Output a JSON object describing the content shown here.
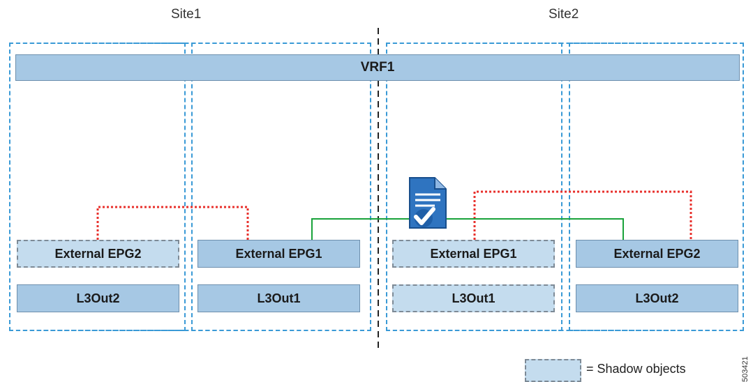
{
  "sites": {
    "site1": "Site1",
    "site2": "Site2"
  },
  "vrf": {
    "label": "VRF1"
  },
  "site1": {
    "epg_shadow": "External EPG2",
    "epg": "External EPG1",
    "l3out_real_left": "L3Out2",
    "l3out_right": "L3Out1"
  },
  "site2": {
    "epg_shadow": "External EPG1",
    "epg": "External EPG2",
    "l3out_shadow": "L3Out1",
    "l3out": "L3Out2"
  },
  "legend": {
    "text": "= Shadow objects"
  },
  "figure_id": "503421",
  "colors": {
    "site_border": "#3a9ad6",
    "object_fill": "#a6c8e4",
    "shadow_fill": "#c4dcee",
    "contract_line": "#19a23a",
    "shadow_link": "#e8302c",
    "contract_icon": "#1f5fa8"
  }
}
